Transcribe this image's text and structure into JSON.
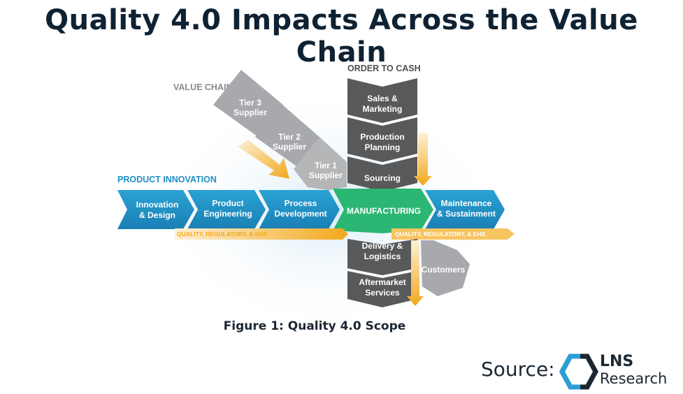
{
  "title": "Quality 4.0 Impacts Across the Value Chain",
  "caption": "Figure 1: Quality 4.0 Scope",
  "source_label": "Source:",
  "logo": {
    "name": "LNS",
    "sub": "Research",
    "icon": "lns-hexagon-logo"
  },
  "headers": {
    "order_to_cash": "ORDER TO CASH",
    "value_chain": "VALUE CHAIN",
    "product_innovation": "PRODUCT INNOVATION"
  },
  "value_chain": {
    "tier3": [
      "Tier 3",
      "Supplier"
    ],
    "tier2": [
      "Tier 2",
      "Supplier"
    ],
    "tier1": [
      "Tier 1",
      "Supplier"
    ]
  },
  "order_to_cash": {
    "sales": [
      "Sales &",
      "Marketing"
    ],
    "planning": [
      "Production",
      "Planning"
    ],
    "sourcing": [
      "Sourcing"
    ],
    "delivery": [
      "Delivery &",
      "Logistics"
    ],
    "aftermarket": [
      "Aftermarket",
      "Services"
    ],
    "customers": [
      "Customers"
    ]
  },
  "product_innovation": {
    "innovation": [
      "Innovation",
      "& Design"
    ],
    "engineering": [
      "Product",
      "Engineering"
    ],
    "process": [
      "Process",
      "Development"
    ],
    "manufacturing": [
      "MANUFACTURING"
    ],
    "maintenance": [
      "Maintenance",
      "& Sustainment"
    ]
  },
  "bands": {
    "left": "QUALITY, REGULATORY, & EHS",
    "right": "QUALITY, REGULATORY, & EHS"
  },
  "colors": {
    "title": "#0f2233",
    "blue": "#1f8fc4",
    "green": "#2bb673",
    "dark_gray": "#58595b",
    "mid_gray": "#9d9fa2",
    "light_gray": "#b4b6b8",
    "gold": "#f2a81d"
  }
}
